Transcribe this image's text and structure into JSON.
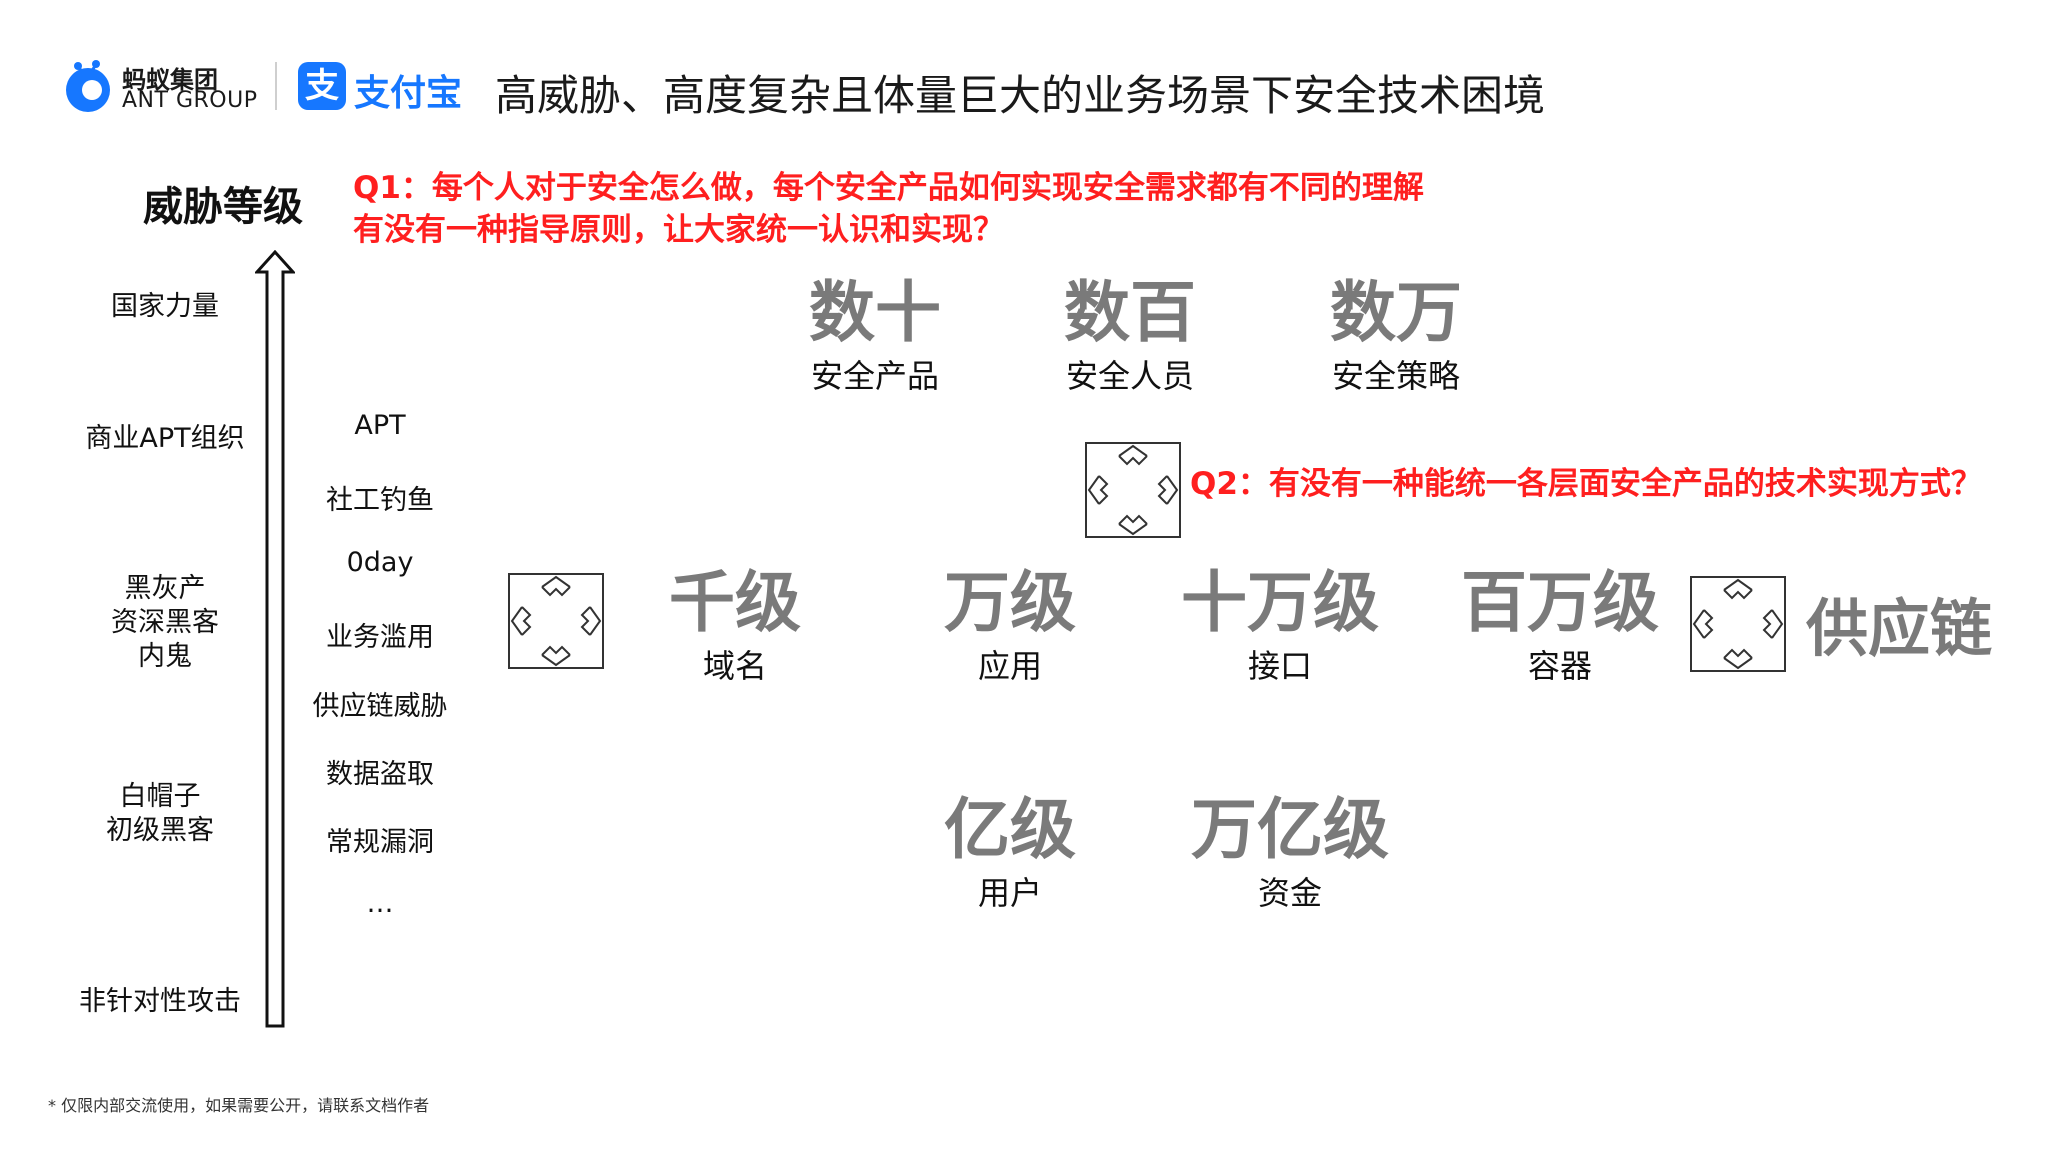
{
  "header": {
    "ant_logo_cn": "蚂蚁集团",
    "ant_logo_en": "ANT GROUP",
    "alipay_logo_text": "支付宝",
    "title": "高威胁、高度复杂且体量巨大的业务场景下安全技术困境"
  },
  "threat_axis": {
    "heading": "威胁等级",
    "levels": [
      "国家力量",
      "商业APT组织",
      "黑灰产\n资深黑客\n内鬼",
      "白帽子\n初级黑客",
      "非针对性攻击"
    ]
  },
  "attack_types": [
    "APT",
    "社工钓鱼",
    "0day",
    "业务滥用",
    "供应链威胁",
    "数据盗取",
    "常规漏洞",
    "…"
  ],
  "questions": {
    "q1_line1": "Q1：每个人对于安全怎么做，每个安全产品如何实现安全需求都有不同的理解",
    "q1_line2": "有没有一种指导原则，让大家统一认识和实现？",
    "q2": "Q2：有没有一种能统一各层面安全产品的技术实现方式？"
  },
  "security_scale": [
    {
      "value": "数十",
      "label": "安全产品"
    },
    {
      "value": "数百",
      "label": "安全人员"
    },
    {
      "value": "数万",
      "label": "安全策略"
    }
  ],
  "business_scale": [
    {
      "value": "千级",
      "label": "域名"
    },
    {
      "value": "万级",
      "label": "应用"
    },
    {
      "value": "十万级",
      "label": "接口"
    },
    {
      "value": "百万级",
      "label": "容器"
    }
  ],
  "user_scale": [
    {
      "value": "亿级",
      "label": "用户"
    },
    {
      "value": "万亿级",
      "label": "资金"
    }
  ],
  "supply_chain": "供应链",
  "footnote": "* 仅限内部交流使用，如果需要公开，请联系文档作者",
  "colors": {
    "question_red": "#ff1f1f",
    "metric_gray": "#7a7a7a",
    "alipay_blue": "#1677ff",
    "ant_blue": "#1677ff"
  },
  "icons": {
    "expand": "expand-arrows-icon",
    "arrow": "up-arrow-icon"
  }
}
